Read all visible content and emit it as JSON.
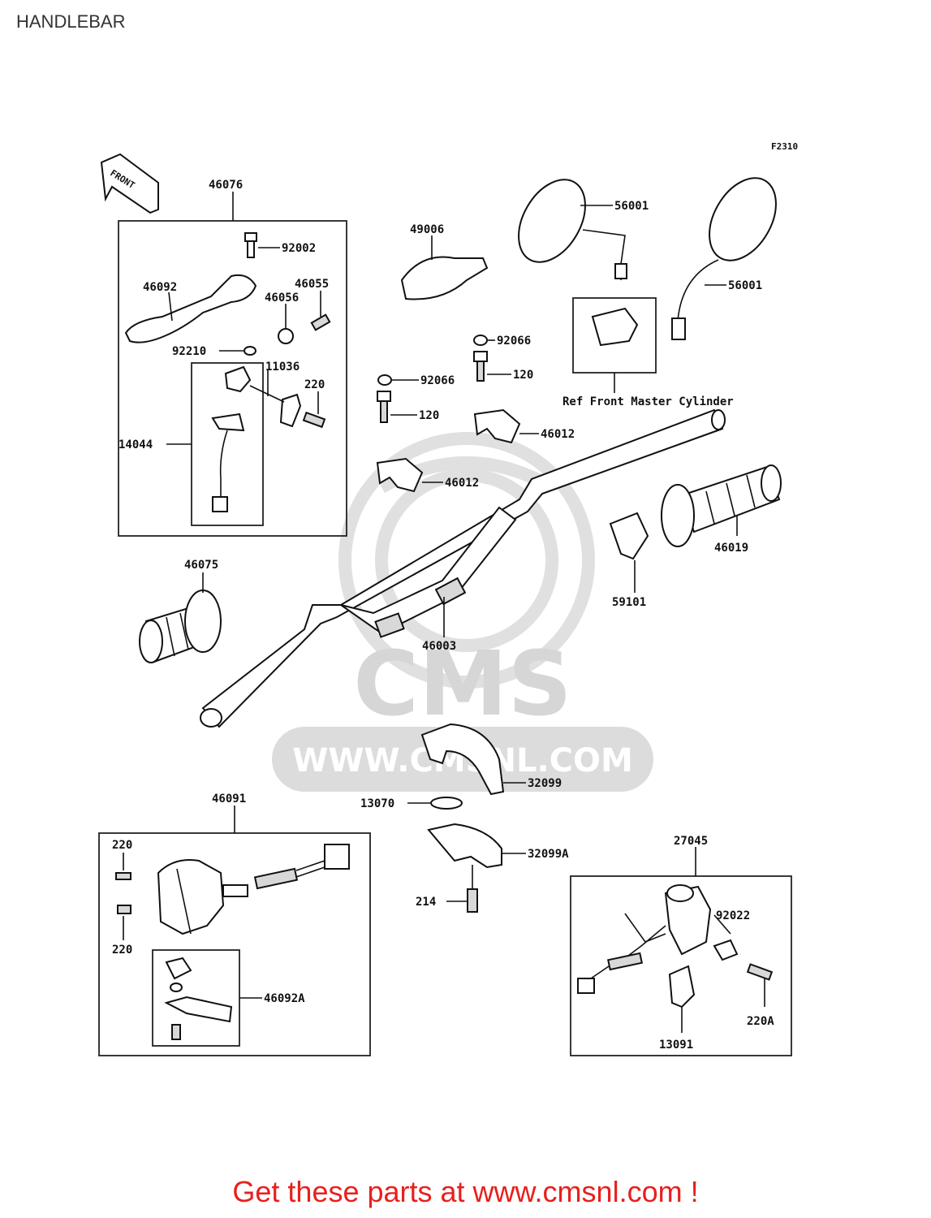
{
  "title": "HANDLEBAR",
  "figure_code": "F2310",
  "front_arrow_label": "FRONT",
  "watermark": {
    "brand": "CMS",
    "url": "WWW.CMSNL.COM"
  },
  "callouts": {
    "p46076": "46076",
    "p92002": "92002",
    "p46092": "46092",
    "p46055": "46055",
    "p46056": "46056",
    "p92210": "92210",
    "p11036": "11036",
    "p220_top": "220",
    "p14044": "14044",
    "p49006": "49006",
    "p56001_a": "56001",
    "p56001_b": "56001",
    "p92066_a": "92066",
    "p120_a": "120",
    "p92066_b": "92066",
    "p120_b": "120",
    "ref_master_cylinder": "Ref Front Master Cylinder",
    "p46012_a": "46012",
    "p46012_b": "46012",
    "p46019": "46019",
    "p59101": "59101",
    "p46075": "46075",
    "p46003": "46003",
    "p32099": "32099",
    "p13070": "13070",
    "p32099A": "32099A",
    "p214": "214",
    "p46091": "46091",
    "p220_l1": "220",
    "p220_l2": "220",
    "p46092A": "46092A",
    "p27045": "27045",
    "p92022": "92022",
    "p220A": "220A",
    "p13091": "13091"
  },
  "promo": "Get these parts at www.cmsnl.com !"
}
